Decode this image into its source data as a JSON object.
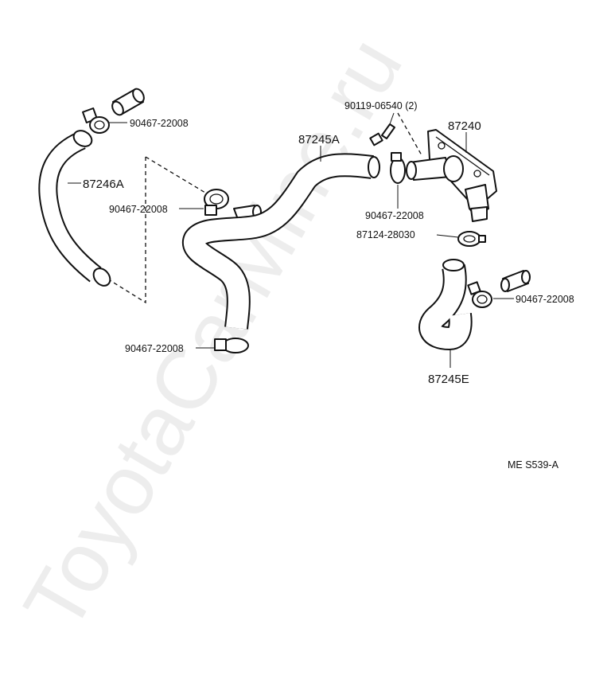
{
  "watermark": "ToyotaCarMine.ru",
  "diagram_code": "ME S539-A",
  "parts": {
    "hose_left": "87246A",
    "hose_main": "87245A",
    "hose_right": "87245E",
    "valve": "87240",
    "bolt": "90119-06540 (2)",
    "clip": "87124-28030",
    "clamp_top_left": "90467-22008",
    "clamp_mid_left": "90467-22008",
    "clamp_bottom_left": "90467-22008",
    "clamp_center": "90467-22008",
    "clamp_right": "90467-22008"
  }
}
